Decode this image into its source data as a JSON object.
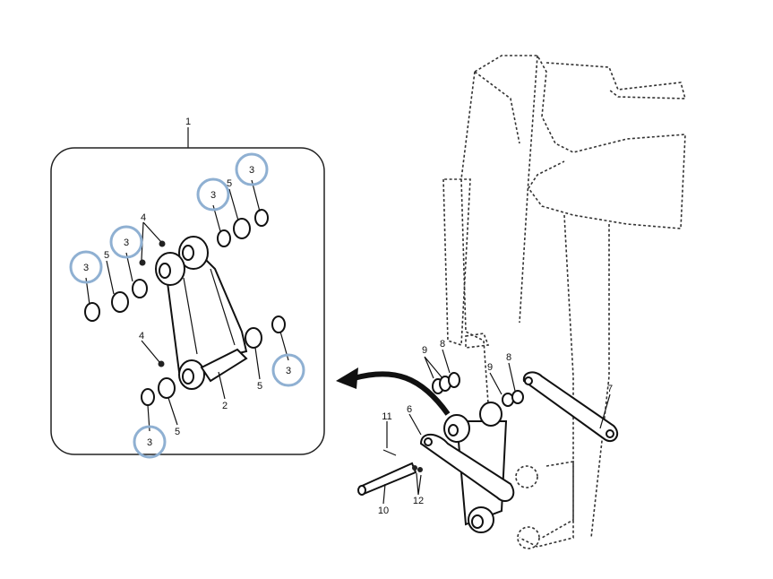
{
  "callouts": {
    "assembly": "1",
    "link": "2",
    "seal": "3",
    "fitting": "4",
    "bushing": "5",
    "link_rod": "6",
    "link_rod_right": "7",
    "shim_8": "8",
    "shim_9": "9",
    "pin": "10",
    "bolt": "11",
    "nut": "12"
  },
  "highlight_color": "#8fb0d2"
}
